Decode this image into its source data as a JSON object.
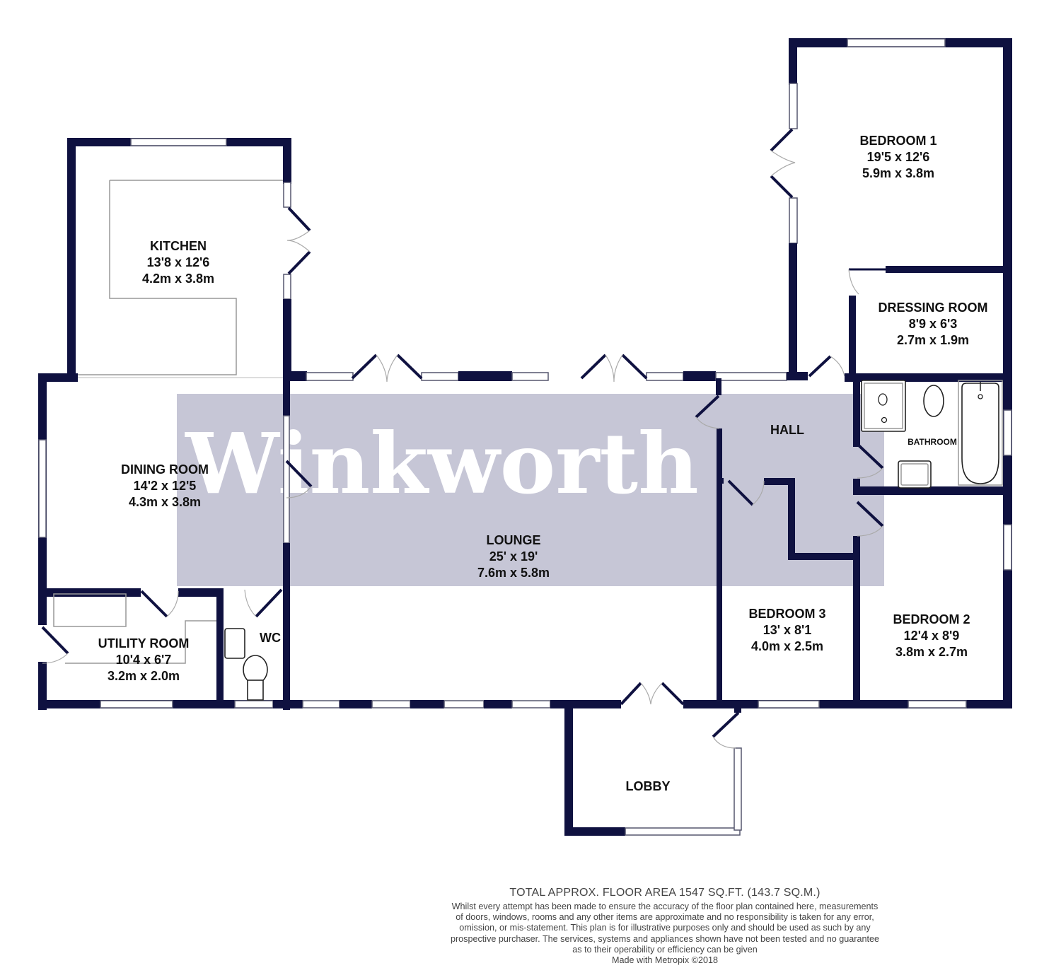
{
  "watermark": {
    "text": "Winkworth",
    "band_color": "#c6c6d6"
  },
  "colors": {
    "wall": "#0f1140",
    "text": "#111111",
    "footer_text": "#444444"
  },
  "rooms": {
    "bedroom1": {
      "name": "BEDROOM 1",
      "imperial": "19'5 x 12'6",
      "metric": "5.9m x 3.8m"
    },
    "dressing": {
      "name": "DRESSING ROOM",
      "imperial": "8'9 x 6'3",
      "metric": "2.7m x 1.9m"
    },
    "kitchen": {
      "name": "KITCHEN",
      "imperial": "13'8 x 12'6",
      "metric": "4.2m x 3.8m"
    },
    "dining": {
      "name": "DINING ROOM",
      "imperial": "14'2 x 12'5",
      "metric": "4.3m x 3.8m"
    },
    "hall": {
      "name": "HALL"
    },
    "bathroom": {
      "name": "BATHROOM"
    },
    "lounge": {
      "name": "LOUNGE",
      "imperial": "25' x 19'",
      "metric": "7.6m x 5.8m"
    },
    "bedroom3": {
      "name": "BEDROOM 3",
      "imperial": "13' x 8'1",
      "metric": "4.0m x 2.5m"
    },
    "bedroom2": {
      "name": "BEDROOM 2",
      "imperial": "12'4 x 8'9",
      "metric": "3.8m x 2.7m"
    },
    "utility": {
      "name": "UTILITY ROOM",
      "imperial": "10'4 x 6'7",
      "metric": "3.2m x 2.0m"
    },
    "wc": {
      "name": "WC"
    },
    "lobby": {
      "name": "LOBBY"
    }
  },
  "footer": {
    "total_area": "TOTAL APPROX. FLOOR AREA 1547 SQ.FT. (143.7 SQ.M.)",
    "disclaimer_lines": [
      "Whilst every attempt has been made to ensure the accuracy of the floor plan contained here, measurements",
      "of doors, windows, rooms and any other items are approximate and no responsibility is taken for any error,",
      "omission, or mis-statement. This plan is for illustrative purposes only and should be used as such by any",
      "prospective purchaser. The services, systems and appliances shown have not been tested and no guarantee",
      "as to their operability or efficiency can be given"
    ],
    "credit": "Made with Metropix ©2018"
  }
}
